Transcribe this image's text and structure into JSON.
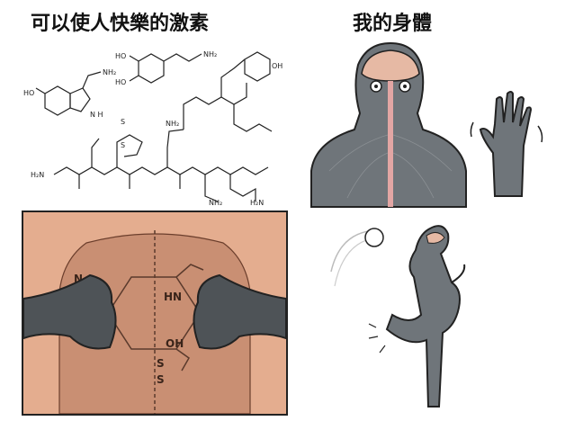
{
  "titles": {
    "left": "可以使人快樂的激素",
    "right": "我的身體"
  },
  "molecule_labels": {
    "serotonin_oh": "HO",
    "serotonin_nh2": "NH₂",
    "serotonin_nh": "N\nH",
    "dopamine_oh1": "HO",
    "dopamine_oh2": "HO",
    "dopamine_nh2": "NH₂",
    "oxytocin_h2n": "H₂N",
    "oxytocin_s1": "S",
    "oxytocin_s2": "S",
    "oxytocin_nh2_a": "NH₂",
    "oxytocin_nh2_b": "NH₂",
    "oxytocin_h2n2": "H₂N",
    "oxytocin_oh": "OH"
  },
  "hug_labels": {
    "hn": "HN",
    "oh": "OH",
    "s1": "S",
    "s2": "S",
    "n": "N"
  },
  "colors": {
    "skin": "#e4ad8f",
    "body_gray": "#6f757a",
    "body_dark": "#4e5357",
    "brain": "#e6b9a4",
    "spine": "#e3a6a4",
    "outline": "#222222"
  }
}
